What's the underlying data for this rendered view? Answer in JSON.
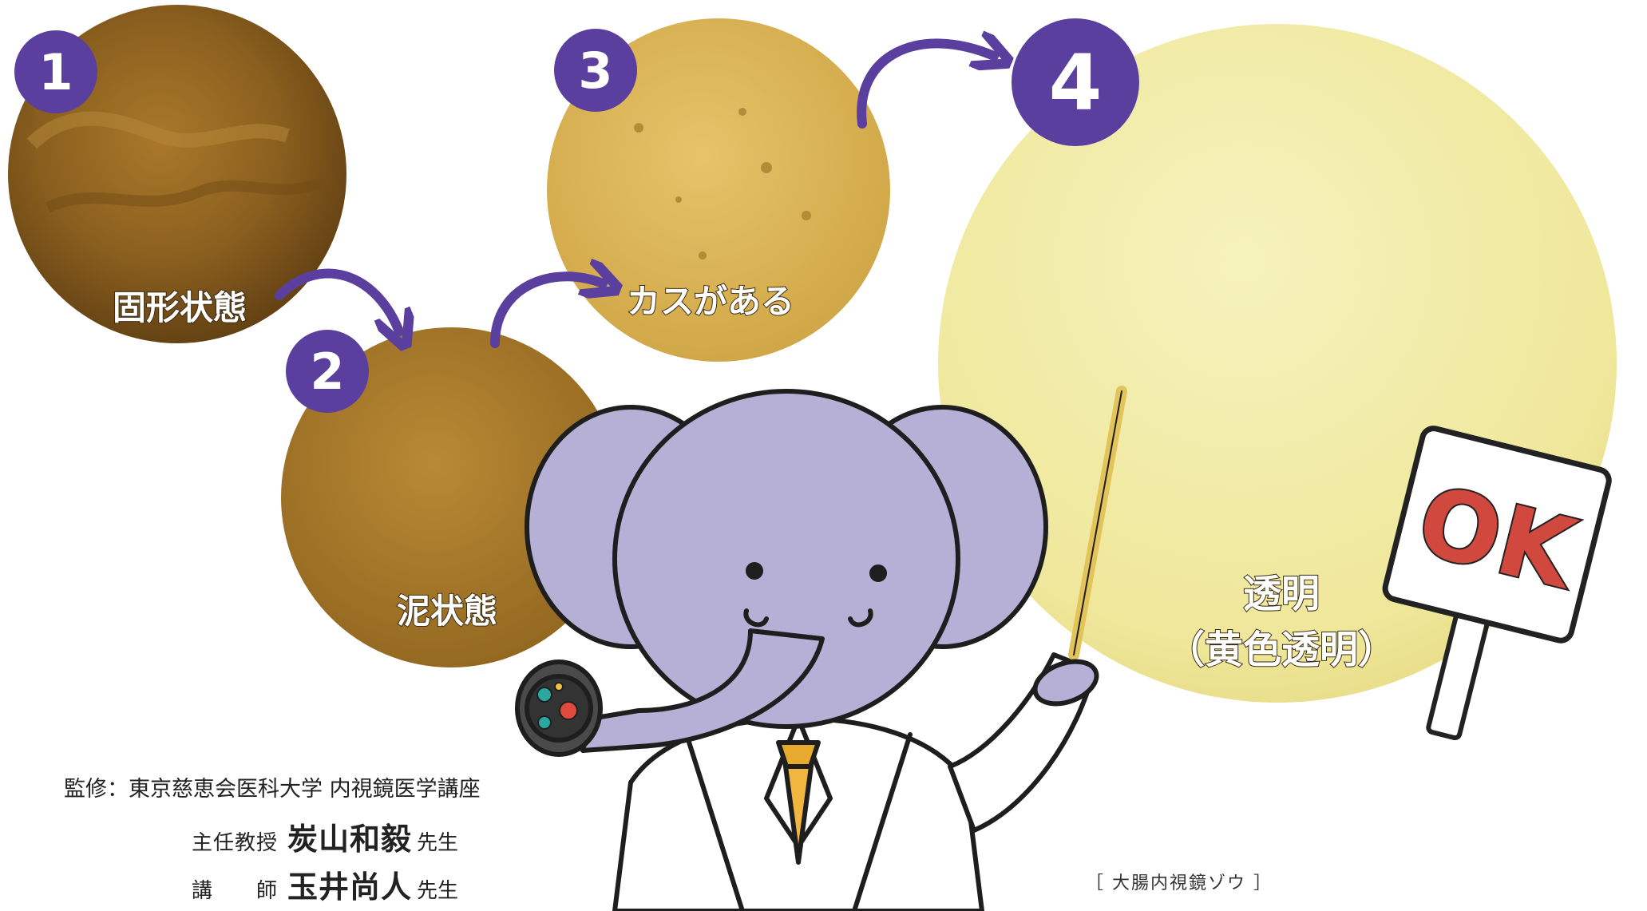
{
  "steps": [
    {
      "number": "1",
      "label": "固形状態",
      "color": "#8a5f1e"
    },
    {
      "number": "2",
      "label": "泥状態",
      "color": "#a77a2a"
    },
    {
      "number": "3",
      "label": "カスがある",
      "color": "#d9b356"
    },
    {
      "number": "4",
      "label_line1": "透明",
      "label_line2": "（黄色透明）",
      "color": "#f2eda6"
    }
  ],
  "accent_color": "#5a3f9e",
  "sign": {
    "text": "OK",
    "color": "#d0483e"
  },
  "credits": {
    "supervision": "監修：東京慈恵会医科大学 内視鏡医学講座",
    "people": [
      {
        "role": "主任教授",
        "name": "炭山和毅",
        "honorific": "先生"
      },
      {
        "role": "講　　師",
        "name": "玉井尚人",
        "honorific": "先生"
      }
    ]
  },
  "caption": "［ 大腸内視鏡ゾウ ］",
  "mascot": {
    "icon": "elephant-doctor-icon"
  }
}
